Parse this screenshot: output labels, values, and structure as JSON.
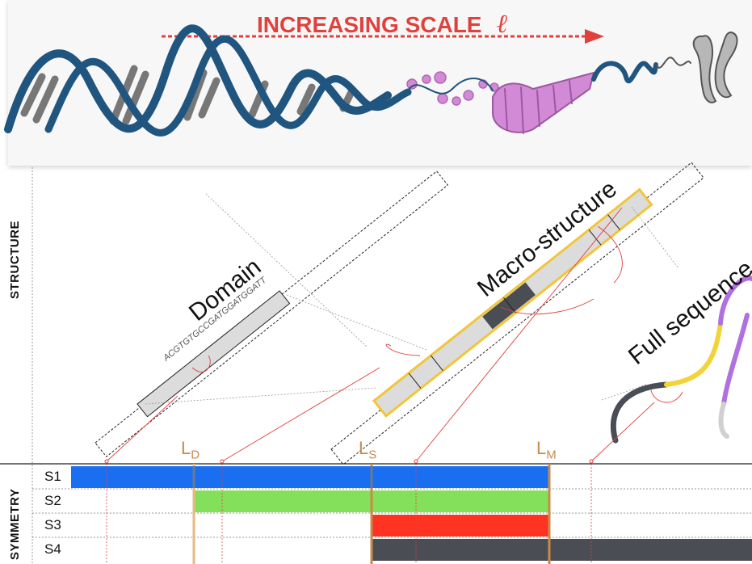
{
  "banner": {
    "title": "INCREASING   SCALE",
    "scale_symbol": "ℓ"
  },
  "axes": {
    "structure_label": "STRUCTURE",
    "symmetry_label": "SYMMETRY"
  },
  "structures": {
    "domain_label": "Domain",
    "domain_sequence": "ACGTGTGCCGATGGATGGATT",
    "macro_label": "Macro-structure",
    "full_label": "Full sequence"
  },
  "markers": [
    {
      "main": "L",
      "sub": "D"
    },
    {
      "main": "L",
      "sub": "S"
    },
    {
      "main": "L",
      "sub": "M"
    }
  ],
  "symmetry_rows": [
    {
      "label": "S1",
      "color": "#1a6ff0"
    },
    {
      "label": "S2",
      "color": "#84e05a"
    },
    {
      "label": "S3",
      "color": "#ff3322"
    },
    {
      "label": "S4",
      "color": "#4a4d53"
    }
  ],
  "colors": {
    "accent": "#e0413d",
    "dna_blue": "#1f557f",
    "pink": "#d38ad6",
    "marker_orange": "#c98a4a",
    "highlight_yellow": "#f2d43a",
    "purple": "#b070e0"
  }
}
